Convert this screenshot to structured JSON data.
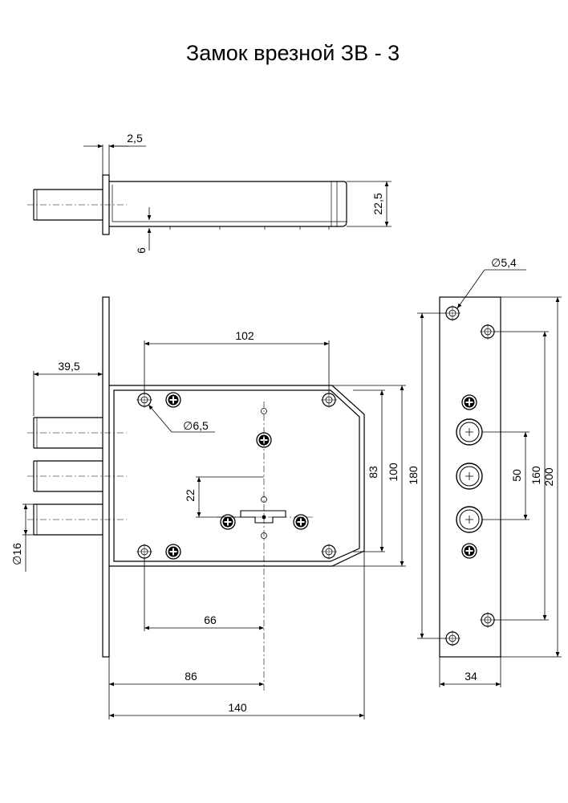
{
  "title": "Замок врезной ЗВ - 3",
  "side_view": {
    "dim_faceplate_thickness": "2,5",
    "dim_offset": "6",
    "dim_body_thickness": "22,5"
  },
  "front_view": {
    "dim_bolt_extension": "39,5",
    "dim_hole_spacing_top": "102",
    "dim_hole_diameter": "∅6,5",
    "dim_keyhole_offset": "22",
    "dim_height_83": "83",
    "dim_height_100": "100",
    "dim_bolt_diameter": "∅16",
    "dim_hole_spacing_bottom": "66",
    "dim_backset": "86",
    "dim_body_length": "140"
  },
  "faceplate_view": {
    "dim_mount_hole": "∅5,4",
    "dim_bolt_pitch": "50",
    "dim_160": "160",
    "dim_180": "180",
    "dim_200": "200",
    "dim_width": "34"
  }
}
